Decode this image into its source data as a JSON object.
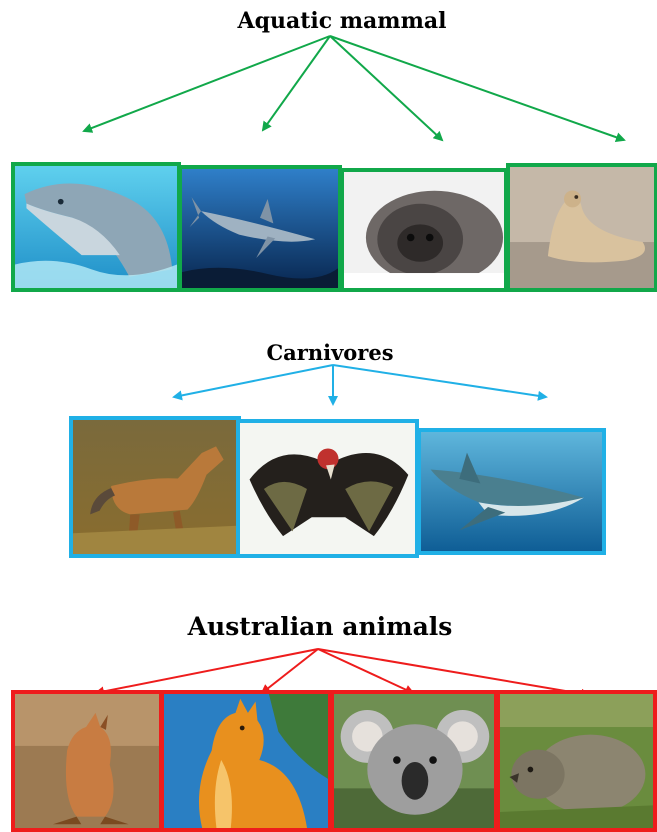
{
  "groups": [
    {
      "title": "Aquatic mammal",
      "color": "#11a84a",
      "tiles": [
        "dolphin-photo",
        "shark-photo",
        "seal-photo",
        "sea-lion-photo"
      ]
    },
    {
      "title": "Carnivores",
      "color": "#20b0e6",
      "tiles": [
        "jackal-photo",
        "vulture-photo",
        "shark-photo"
      ]
    },
    {
      "title": "Australian animals",
      "color": "#ee1c1c",
      "tiles": [
        "kangaroo-photo",
        "dingo-photo",
        "koala-photo",
        "wombat-photo"
      ]
    }
  ]
}
